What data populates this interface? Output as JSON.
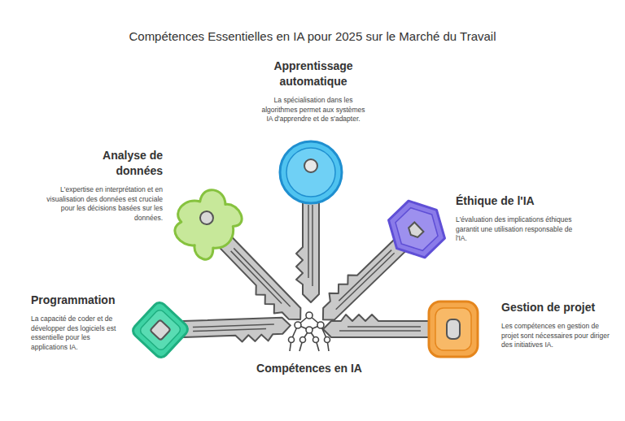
{
  "diagram": {
    "title": "Compétences Essentielles en IA pour 2025 sur le Marché du Travail",
    "nodes": [
      {
        "text": [
          "Apprentissage automatique",
          "La spécialisation dans les algorithmes permet aux systèmes IA d'apprendre et de s'adapter."
        ]
      },
      {
        "text": [
          "Analyse de données",
          "L'expertise en interprétation et en visualisation des données est cruciale pour les décisions basées sur les données."
        ]
      },
      {
        "text": [
          "Éthique de l'IA",
          "L'évaluation des implications éthiques garantit une utilisation responsable de l'IA."
        ]
      },
      {
        "text": [
          "Programmation",
          "La capacité de coder et de développer des logiciels est essentielle pour les applications IA."
        ]
      },
      {
        "text": [
          "Gestion de projet",
          "Les compétences en gestion de projet sont nécessaires pour diriger des initiatives IA."
        ]
      },
      {
        "text": [
          "Compétences en IA"
        ]
      }
    ]
  }
}
